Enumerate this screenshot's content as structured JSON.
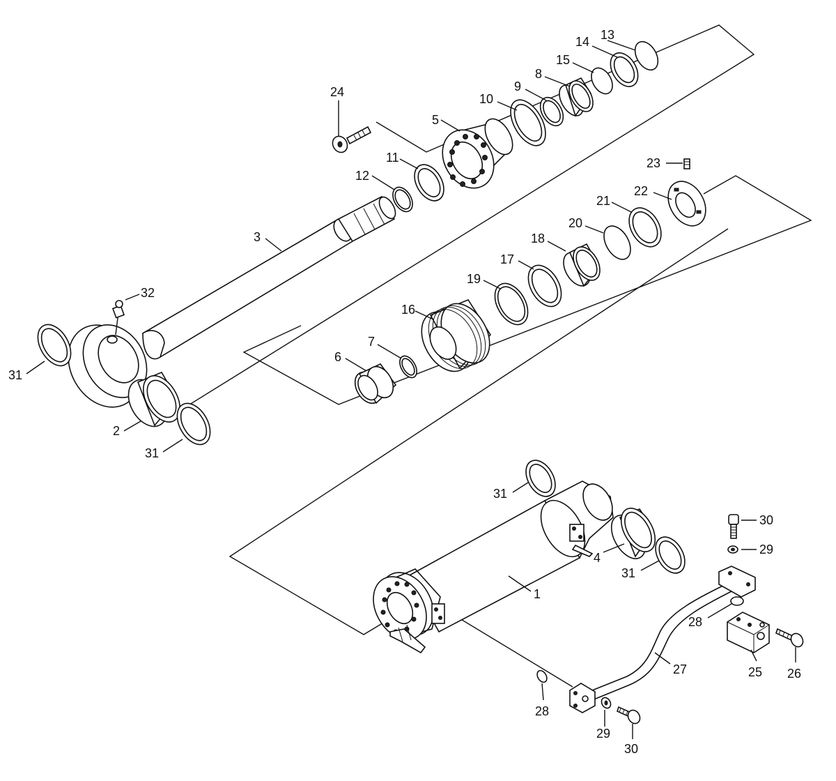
{
  "labels": {
    "l1": "1",
    "l2": "2",
    "l3": "3",
    "l4": "4",
    "l5": "5",
    "l6": "6",
    "l7": "7",
    "l8": "8",
    "l9": "9",
    "l10": "10",
    "l11": "11",
    "l12": "12",
    "l13": "13",
    "l14": "14",
    "l15": "15",
    "l16": "16",
    "l17": "17",
    "l18": "18",
    "l19": "19",
    "l20": "20",
    "l21": "21",
    "l22": "22",
    "l23": "23",
    "l24": "24",
    "l25": "25",
    "l26": "26",
    "l27": "27",
    "l28a": "28",
    "l28b": "28",
    "l29a": "29",
    "l29b": "29",
    "l30a": "30",
    "l30b": "30",
    "l31a": "31",
    "l31b": "31",
    "l31c": "31",
    "l31d": "31",
    "l32": "32"
  }
}
